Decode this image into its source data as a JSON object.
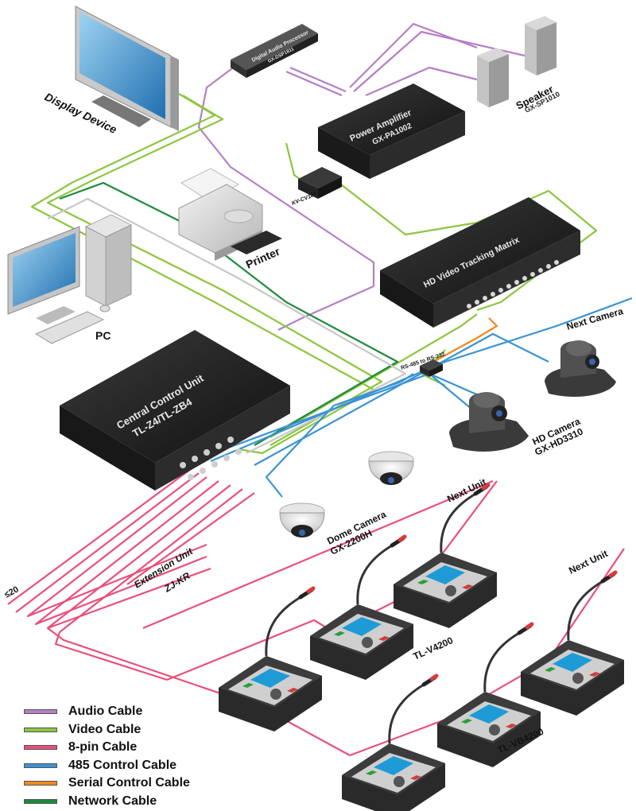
{
  "labels": {
    "display_device": "Display Device",
    "dsp_name": "Digital Audio Processor",
    "dsp_model": "GX-DSP1811",
    "power_amp_name": "Power Amplifier",
    "power_amp_model": "GX-PA1002",
    "speaker_name": "Speaker",
    "speaker_model": "GX-SP1010",
    "kv": "KV-CV180",
    "printer": "Printer",
    "pc": "PC",
    "matrix": "HD Video Tracking Matrix",
    "next_camera": "Next Camera",
    "rs485": "RS-485 to RS-232",
    "hd_camera_name": "HD Camera",
    "hd_camera_model": "GX-HD3310",
    "ccu_name": "Central Control Unit",
    "ccu_model": "TL-Z4/TL-ZB4",
    "dome_name": "Dome Camera",
    "dome_model": "GX-2200H",
    "next_unit_1": "Next Unit",
    "next_unit_2": "Next Unit",
    "extension_name": "Extension Unit",
    "extension_model": "ZJ-KR",
    "max_units": "≤20",
    "tl_v4200": "TL-V4200",
    "tl_vb4200": "TL-VB4200"
  },
  "legend": [
    {
      "label": "Audio Cable",
      "color": "#b57fc4"
    },
    {
      "label": "Video Cable",
      "color": "#8cc63f"
    },
    {
      "label": "8-pin Cable",
      "color": "#e8507a"
    },
    {
      "label": "485 Control Cable",
      "color": "#3a93d4"
    },
    {
      "label": "Serial Control Cable",
      "color": "#f08a1c"
    },
    {
      "label": "Network Cable",
      "color": "#1e8a3c"
    }
  ]
}
